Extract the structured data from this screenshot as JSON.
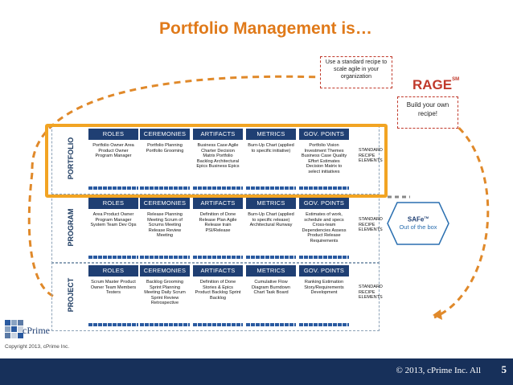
{
  "title": "Portfolio Management is…",
  "note_scale": "Use a standard recipe to scale agile in your organization",
  "rage": "RAGE",
  "rage_sup": "SM",
  "note_build": "Build your own recipe!",
  "column_headers": [
    "ROLES",
    "CEREMONIES",
    "ARTIFACTS",
    "METRICS",
    "GOV. POINTS"
  ],
  "standard_recipe": "STANDARD RECIPE ELEMENTS",
  "sections": [
    {
      "label": "PORTFOLIO",
      "cells": [
        "Portfolio Owner Area Product Owner Program Manager",
        "Portfolio Planning Portfolio Grooming",
        "Business Case Agile Charter Decision Matrix Portfolio Backlog Architectural Epics Business Epics",
        "Burn-Up Chart (applied to specific initiative)",
        "Portfolio Vision Investment Themes Business Case Quality Effort Estimates Decision Matrix to select initiatives"
      ]
    },
    {
      "label": "PROGRAM",
      "cells": [
        "Area Product Owner Program Manager System Team Dev Ops",
        "Release Planning Meeting Scrum of Scrums Meeting Release Review Meeting",
        "Definition of Done Release Plan Agile Release train PSI/Release",
        "Burn-Up Chart (applied to specific release) Architectural Runway",
        "Estimates of work, schedule and specs Cross-team Dependencies Assess Product Release Requirements"
      ]
    },
    {
      "label": "PROJECT",
      "cells": [
        "Scrum Master Product Owner Team Members Testers",
        "Backlog Grooming Sprint Planning Meeting Daily Scrum Sprint Review Retrospective",
        "Definition of Done Stories & Epics Product Backlog Sprint Backlog",
        "Cumulative Flow Diagram Burndown Chart Task Board",
        "Ranking Estimation Story/Requirements Development"
      ]
    }
  ],
  "safe": "SAFe",
  "safe_sup": "TM",
  "safe_sub": "Out of the box",
  "logo": "cPrime",
  "copyright": "Copyright 2013, cPrime Inc.",
  "footer_text": "© 2013, cPrime Inc. All",
  "page_number": "5",
  "colors": {
    "accent_orange": "#f2a423",
    "title_orange": "#e07a1a",
    "navy": "#1f3f73",
    "red": "#c0392b",
    "blue": "#2a6fb0"
  }
}
